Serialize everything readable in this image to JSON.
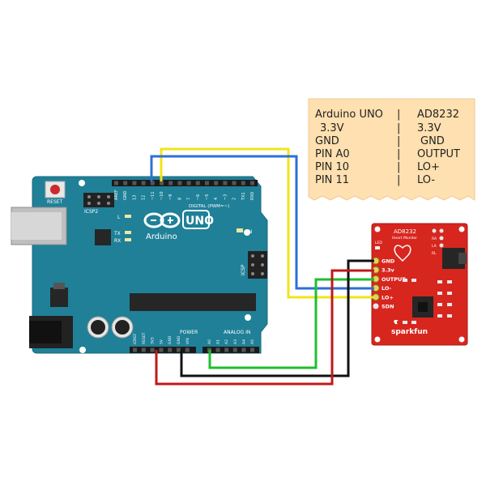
{
  "note_table": {
    "headers": [
      "Arduino UNO",
      "AD8232"
    ],
    "rows": [
      [
        "3.3V",
        "3.3V"
      ],
      [
        "GND",
        "GND"
      ],
      [
        "PIN A0",
        "OUTPUT"
      ],
      [
        "PIN 10",
        "LO+"
      ],
      [
        "PIN 11",
        "LO-"
      ]
    ],
    "separator": "|"
  },
  "arduino": {
    "brand_text": "UNO",
    "name_text": "Arduino",
    "reset_label": "RESET",
    "icsp2_label": "ICSP2",
    "icsp_label": "ICSP",
    "digital_label": "DIGITAL (PWM=~)",
    "power_label": "POWER",
    "analog_label": "ANALOG IN",
    "led_l": "L",
    "led_tx": "TX",
    "led_rx": "RX",
    "on_label": "ON",
    "top_header_pins": [
      "AREF",
      "GND",
      "13",
      "12",
      "~11",
      "~10",
      "~9",
      "8",
      "7",
      "~6",
      "~5",
      "4",
      "~3",
      "2",
      "TX1",
      "RX0"
    ],
    "power_pins": [
      "IOREF",
      "RESET",
      "3V3",
      "5V",
      "GND",
      "GND",
      "VIN"
    ],
    "analog_pins": [
      "A0",
      "A1",
      "A2",
      "A3",
      "A4",
      "A5"
    ]
  },
  "ad8232": {
    "title": "AD8232",
    "subtitle": "Heart Monitor",
    "led_label": "LED",
    "pins": [
      "GND",
      "3.3v",
      "OUTPUT",
      "LO-",
      "LO+",
      "SDN"
    ],
    "side_labels": [
      "RA",
      "LA",
      "RL"
    ],
    "brand": "sparkfun"
  },
  "colors": {
    "board": "#1f8098",
    "sensor": "#d7261e",
    "note": "#ffe0b0",
    "wire_yellow": "#f2e41a",
    "wire_blue": "#2e6fd8",
    "wire_green": "#1fbf2f",
    "wire_red": "#c01818",
    "wire_black": "#111111"
  }
}
